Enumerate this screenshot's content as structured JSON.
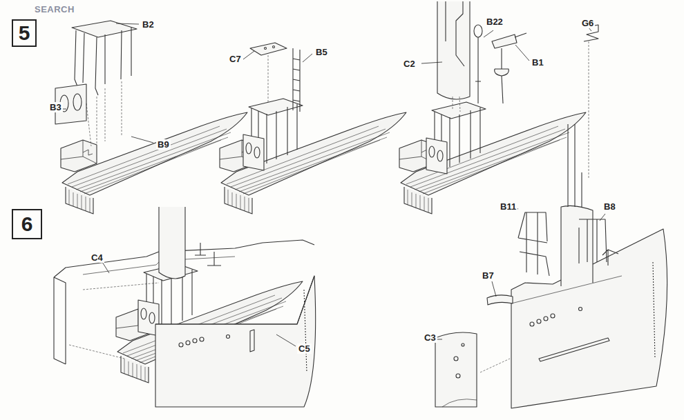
{
  "diagram": {
    "nodes": [
      {
        "text": [
          "5"
        ]
      },
      {
        "text": [
          "6"
        ]
      }
    ],
    "labels": [
      "SEARCH",
      "B2",
      "C7",
      "B5",
      "B22",
      "B1",
      "C2",
      "B3",
      "B9",
      "G6",
      "B11",
      "B8",
      "C4",
      "C5",
      "B7",
      "C3"
    ]
  }
}
